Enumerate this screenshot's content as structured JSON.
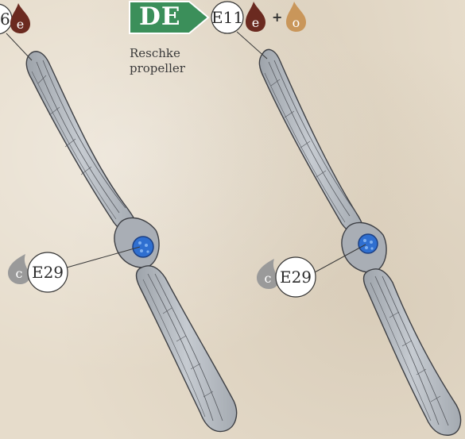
{
  "badge": {
    "label": "DE",
    "color": "#3b8f5a"
  },
  "caption": {
    "line1": "Reschke",
    "line2": "propeller"
  },
  "top_left_callout": {
    "code_partial": "6",
    "paint": "e"
  },
  "top_callout": {
    "code": "E11",
    "paint1": "e",
    "plus": "+",
    "paint2": "o"
  },
  "hub_callout_left": {
    "paint": "c",
    "code": "E29"
  },
  "hub_callout_right": {
    "paint": "c",
    "code": "E29"
  },
  "colors": {
    "paint_e": "#6b2a20",
    "paint_o": "#c9965a",
    "paint_c": "#9a9a9a",
    "propeller": "#b9bec5",
    "hub": "#2f6fd0"
  }
}
